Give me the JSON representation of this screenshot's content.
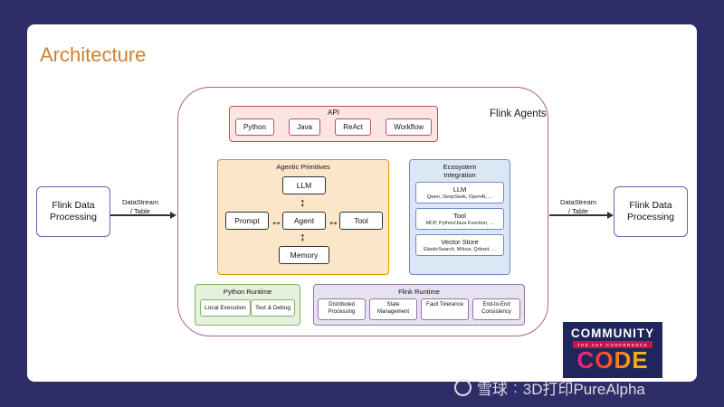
{
  "slide": {
    "title": "Architecture"
  },
  "flow": {
    "left_box": "Flink Data Processing",
    "right_box": "Flink Data Processing",
    "left_label_line1": "DataStream",
    "left_label_line2": "/ Table",
    "right_label_line1": "DataStream",
    "right_label_line2": "/ Table"
  },
  "agents": {
    "label": "Flink Agents",
    "api": {
      "label": "API",
      "items": [
        "Python",
        "Java",
        "ReAct",
        "Workflow"
      ]
    },
    "agentic": {
      "label": "Agentic Primitives",
      "llm": "LLM",
      "prompt": "Prompt",
      "agent": "Agent",
      "tool": "Tool",
      "memory": "Memory",
      "arrow_h": "↔",
      "arrow_v": "↕"
    },
    "ecosystem": {
      "label": "Ecosystem Integration",
      "items": [
        {
          "title": "LLM",
          "subtitle": "Qwen, DeepSeek, OpenAI, ..."
        },
        {
          "title": "Tool",
          "subtitle": "MCP, Python/Java Function, ..."
        },
        {
          "title": "Vector Store",
          "subtitle": "ElasticSearch, Milvus, Qdrant, ..."
        }
      ]
    },
    "python_runtime": {
      "label": "Python Runtime",
      "items": [
        "Local Execution",
        "Test & Debug"
      ]
    },
    "flink_runtime": {
      "label": "Flink Runtime",
      "items": [
        "Distributed Processing",
        "State Management",
        "Fault Tolerance",
        "End-to-End Consistency"
      ]
    }
  },
  "logo": {
    "community": "COMMUNITY",
    "tagline": "THE ASF CONFERENCE",
    "code": "CODE"
  },
  "watermark": {
    "brand": "雪球",
    "separator": ":",
    "user": "3D打印PureAlpha"
  },
  "colors": {
    "background": "#2f2d68",
    "title": "#d0802e",
    "container_border": "#ae5d9d",
    "api_red": "#b85450",
    "agentic_orange": "#d79b00",
    "ecosystem_blue": "#6c8ebf",
    "python_green": "#82b366",
    "flink_purple": "#9673a6",
    "logo_red": "#c9134f"
  }
}
